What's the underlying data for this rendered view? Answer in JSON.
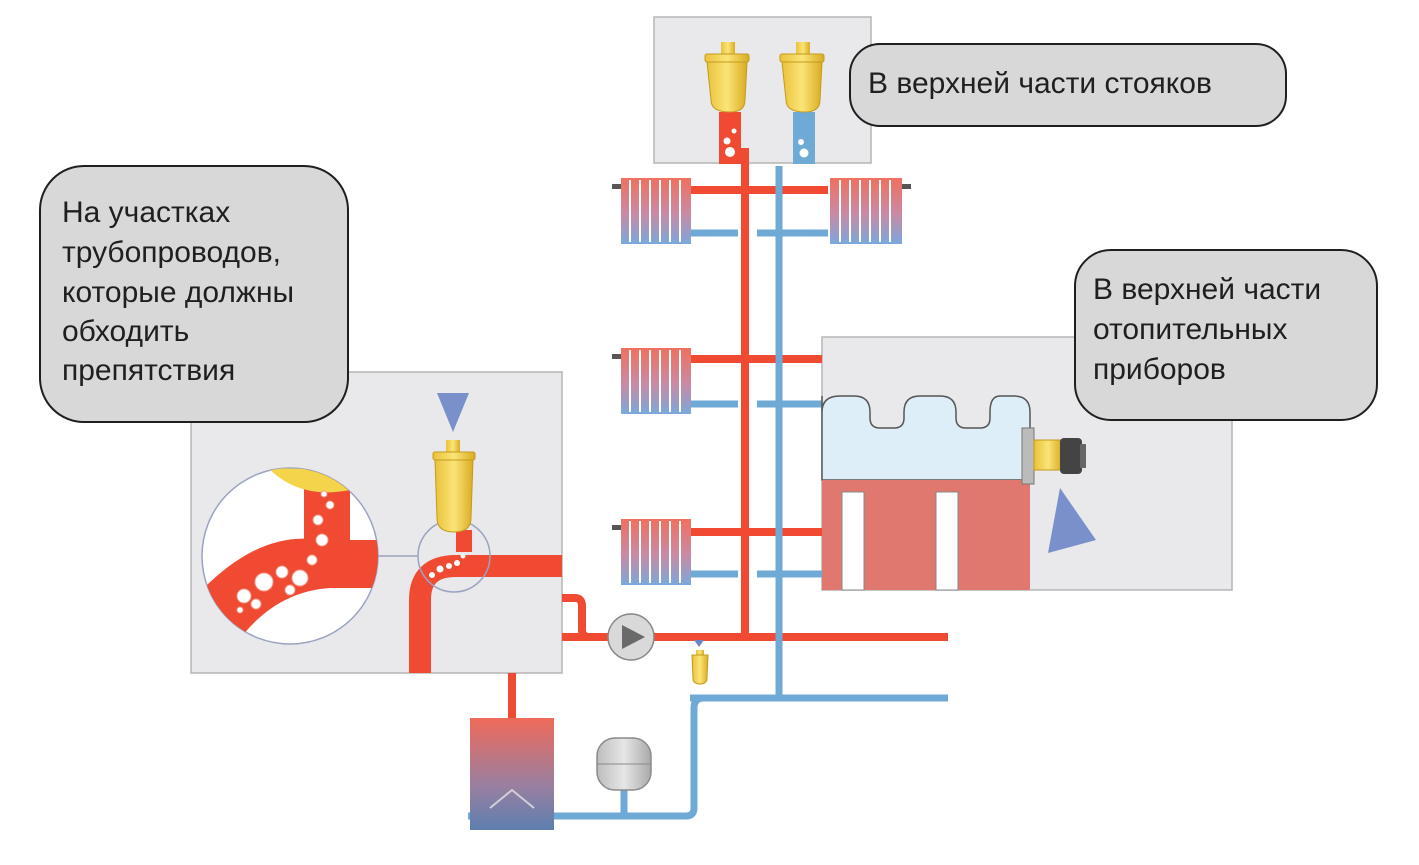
{
  "callouts": {
    "riser_top": "В верхней части стояков",
    "obstacles": [
      "На участках",
      "трубопроводов,",
      "которые должны",
      "обходить",
      "препятствия"
    ],
    "radiator_top": [
      "В верхней части",
      "отопительных",
      "приборов"
    ]
  },
  "colors": {
    "hot_pipe": "#f04a32",
    "cold_pipe": "#6fa9d6",
    "panel_bg": "#e9e9ec",
    "callout_bg": "#d8d8d8",
    "vent_gold": "#f3d44a",
    "radiator_body": "#e07870",
    "water_light": "#ddeef8",
    "indicator_blue": "#6d86c8"
  },
  "icons": [
    "air-vent-icon",
    "pump-icon",
    "expansion-tank-icon",
    "boiler-icon",
    "radiator-icon",
    "arrow-down-icon"
  ]
}
